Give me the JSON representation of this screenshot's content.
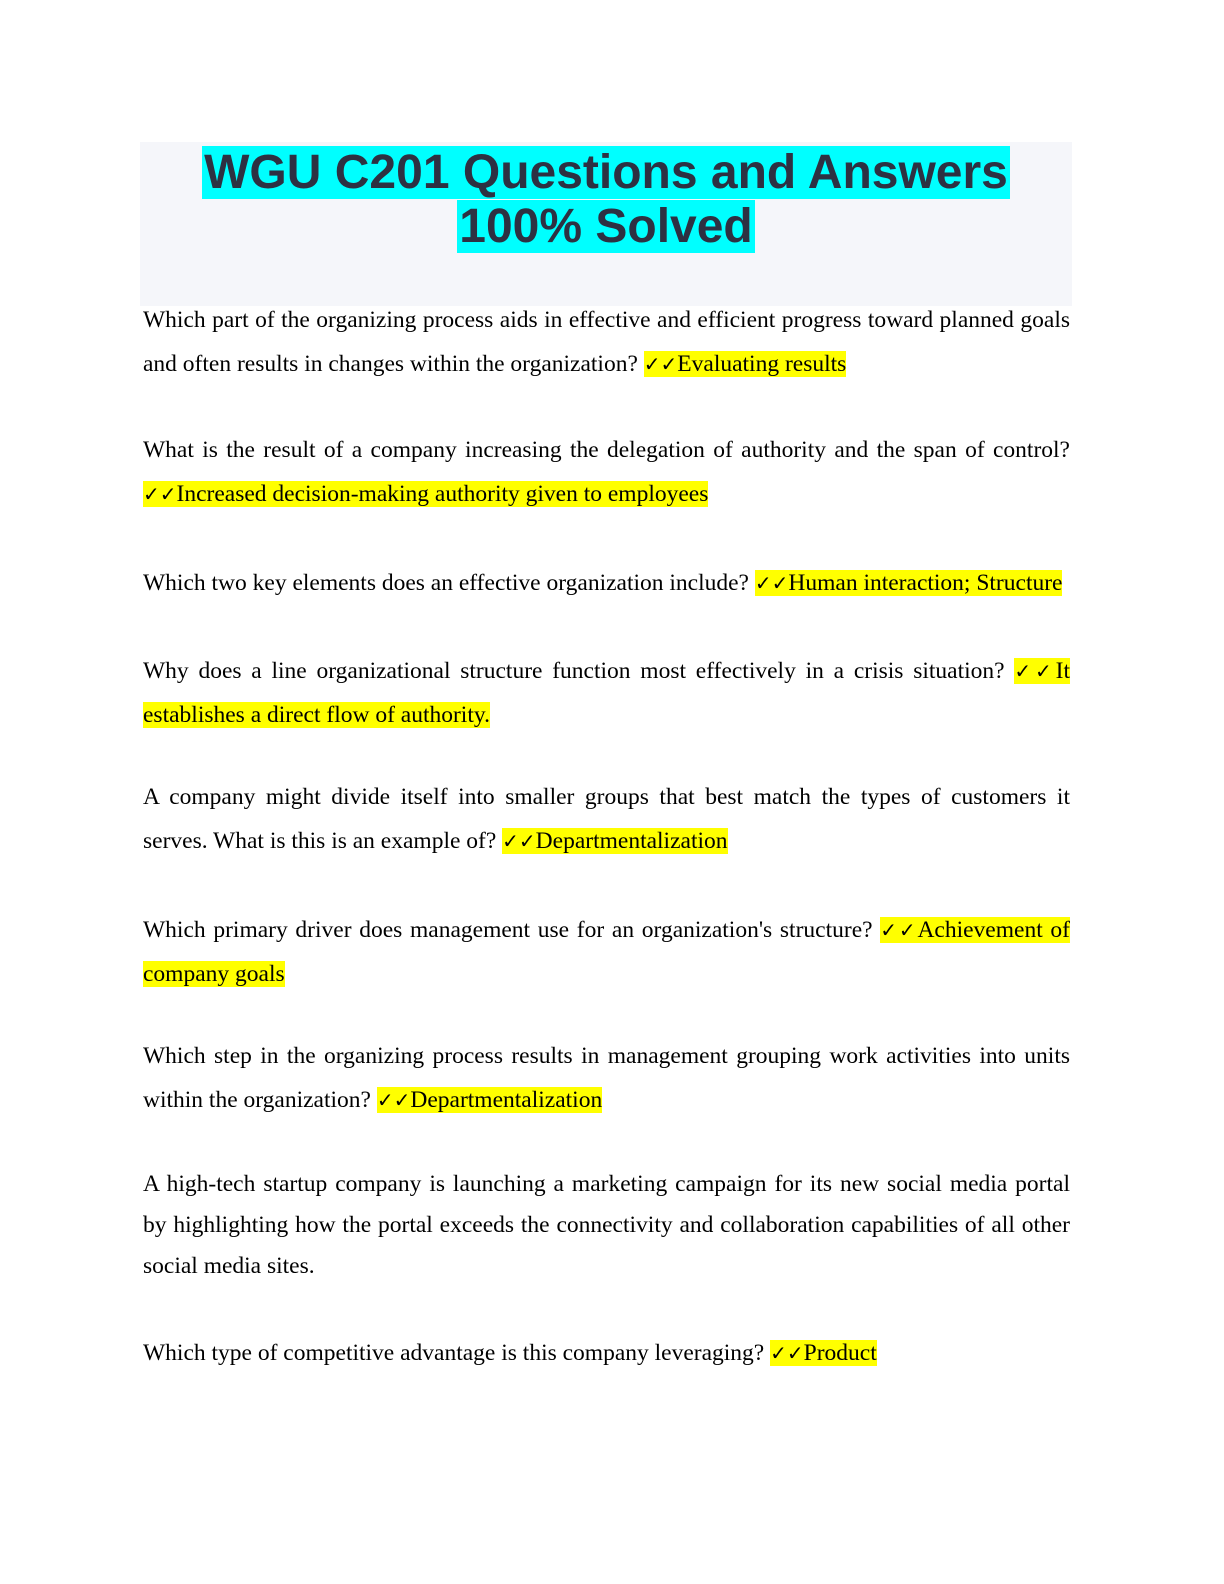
{
  "document": {
    "title_line1": "WGU C201 Questions and Answers",
    "title_line2": "100% Solved",
    "check_mark": "✓✓",
    "highlight_color": "#ffff00",
    "title_highlight_color": "#00ffff",
    "qa": [
      {
        "question": "Which part of the organizing process aids in effective and efficient progress toward planned goals and often results in changes within the organization? ",
        "answer": "Evaluating results"
      },
      {
        "question": "What is the result of a company increasing the delegation of authority and the span of control? ",
        "answer": "Increased decision-making authority given to employees"
      },
      {
        "question": "Which two key elements does an effective organization include? ",
        "answer": "Human interaction; Structure"
      },
      {
        "question": "Why does a line organizational structure function most effectively in a crisis situation? ",
        "answer": "It establishes a direct flow of authority."
      },
      {
        "question": "A company might divide itself into smaller groups that best match the types of customers it serves. What is this is an example of? ",
        "answer": "Departmentalization"
      },
      {
        "question": "Which primary driver does management use for an organization's structure? ",
        "answer": "Achievement of company goals"
      },
      {
        "question": "Which step in the organizing process results in management grouping work activities into units within the organization? ",
        "answer": "Departmentalization"
      }
    ],
    "scenario": "A high-tech startup company is launching a marketing campaign for its new social media portal by highlighting how the portal exceeds the connectivity and collaboration capabilities of all other social media sites.",
    "final_qa": {
      "question": "Which type of competitive advantage is this company leveraging? ",
      "answer": "Product"
    }
  }
}
